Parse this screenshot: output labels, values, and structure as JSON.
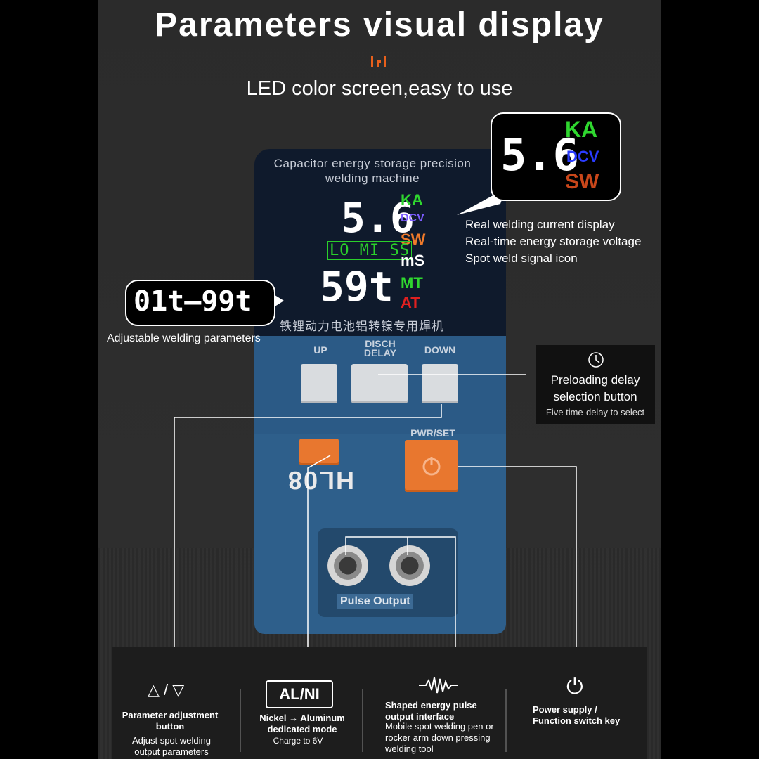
{
  "header": {
    "title": "Parameters visual display",
    "subtitle": "LED color screen,easy to use"
  },
  "device": {
    "panel_title": "Capacitor energy storage precision welding machine",
    "main_value": "5.6",
    "units_top": {
      "ka": "KA",
      "dcv": "DCV",
      "sw": "SW",
      "ms": "mS"
    },
    "mode_text": "LO MI SS",
    "second_value": "59t",
    "units_bottom": {
      "mt": "MT",
      "at": "AT"
    },
    "chinese_label": "铁锂动力电池铝转镍专用焊机",
    "buttons": {
      "up": "UP",
      "disch_delay": "DISCH DELAY",
      "down": "DOWN",
      "pwr_set": "PWR/SET"
    },
    "brand": "HL08",
    "pulse_output": "Pulse Output"
  },
  "callouts": {
    "display_bubble": {
      "value": "5.6",
      "ka": "KA",
      "dcv": "DCV",
      "sw": "SW"
    },
    "display_notes": [
      "Real welding current display",
      "Real-time energy storage voltage",
      "Spot weld signal icon"
    ],
    "range_bubble": "01t—99t",
    "range_note": "Adjustable welding parameters",
    "delay_card": {
      "title": "Preloading delay selection button",
      "note": "Five time-delay to select"
    }
  },
  "features": {
    "param": {
      "symbol": "△ / ▽",
      "title": "Parameter adjustment button",
      "desc": "Adjust spot welding output parameters"
    },
    "mode": {
      "badge": "AL/NI",
      "title": "Nickel → Aluminum dedicated mode",
      "desc": "Charge to 6V"
    },
    "pulse": {
      "title": "Shaped energy pulse output interface",
      "desc": "Mobile spot welding pen or rocker arm down pressing welding tool"
    },
    "power": {
      "symbol": "⏻",
      "title": "Power supply / Function switch key"
    }
  },
  "colors": {
    "ka": "#2fd62f",
    "dcv": "#7c5cff",
    "sw": "#f07a2a",
    "mt": "#2fd62f",
    "at": "#e02020",
    "accent": "#e8772f"
  }
}
